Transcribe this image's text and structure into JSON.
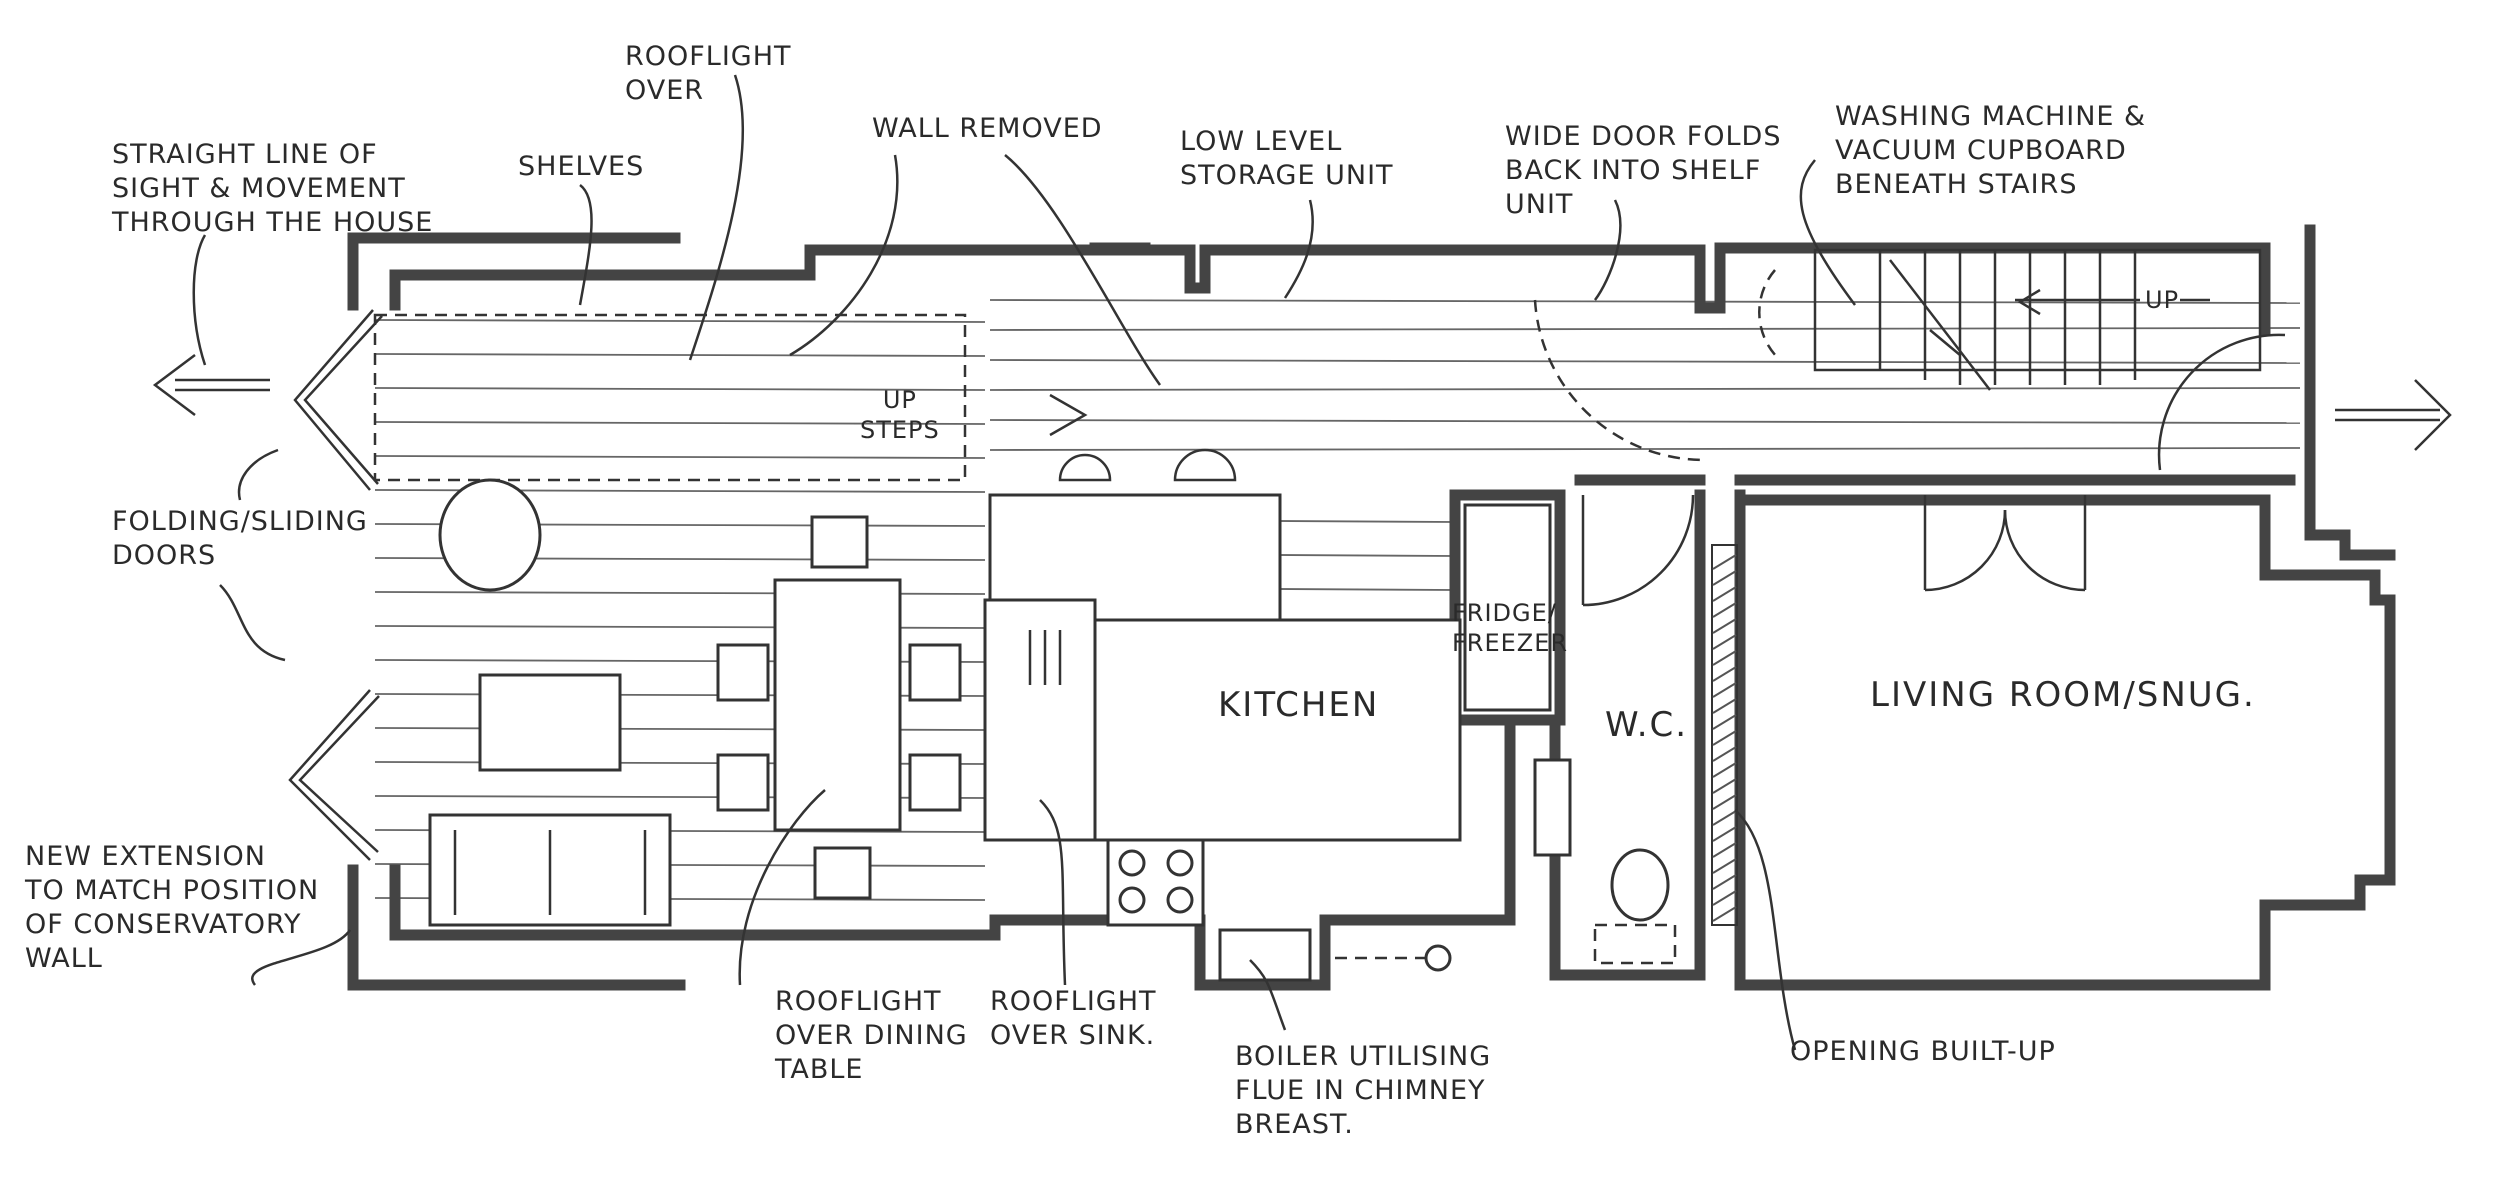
{
  "labels": {
    "sight_line": "STRAIGHT LINE OF\nSIGHT & MOVEMENT\nTHROUGH THE HOUSE",
    "rooflight_over": "ROOFLIGHT\nOVER",
    "shelves": "SHELVES",
    "wall_removed": "WALL REMOVED",
    "low_storage": "LOW LEVEL\nSTORAGE UNIT",
    "wide_door": "WIDE DOOR FOLDS\nBACK INTO SHELF\nUNIT",
    "washing_machine": "WASHING MACHINE &\nVACUUM CUPBOARD\nBENEATH STAIRS",
    "up_steps": "UP\nSTEPS",
    "up_stairs": "UP",
    "folding_doors": "FOLDING/SLIDING\nDOORS",
    "fridge_freezer": "FRIDGE/\nFREEZER",
    "kitchen": "KITCHEN",
    "wc": "W.C.",
    "living_room": "LIVING ROOM/SNUG.",
    "new_extension": "NEW EXTENSION\nTO MATCH POSITION\nOF CONSERVATORY\nWALL",
    "rooflight_dining": "ROOFLIGHT\nOVER DINING\nTABLE",
    "rooflight_sink": "ROOFLIGHT\nOVER SINK.",
    "boiler": "BOILER UTILISING\nFLUE IN CHIMNEY\nBREAST.",
    "opening_built_up": "OPENING BUILT-UP"
  },
  "colors": {
    "ink": "#2a2a2a",
    "wall": "#444444",
    "paper": "#ffffff"
  }
}
